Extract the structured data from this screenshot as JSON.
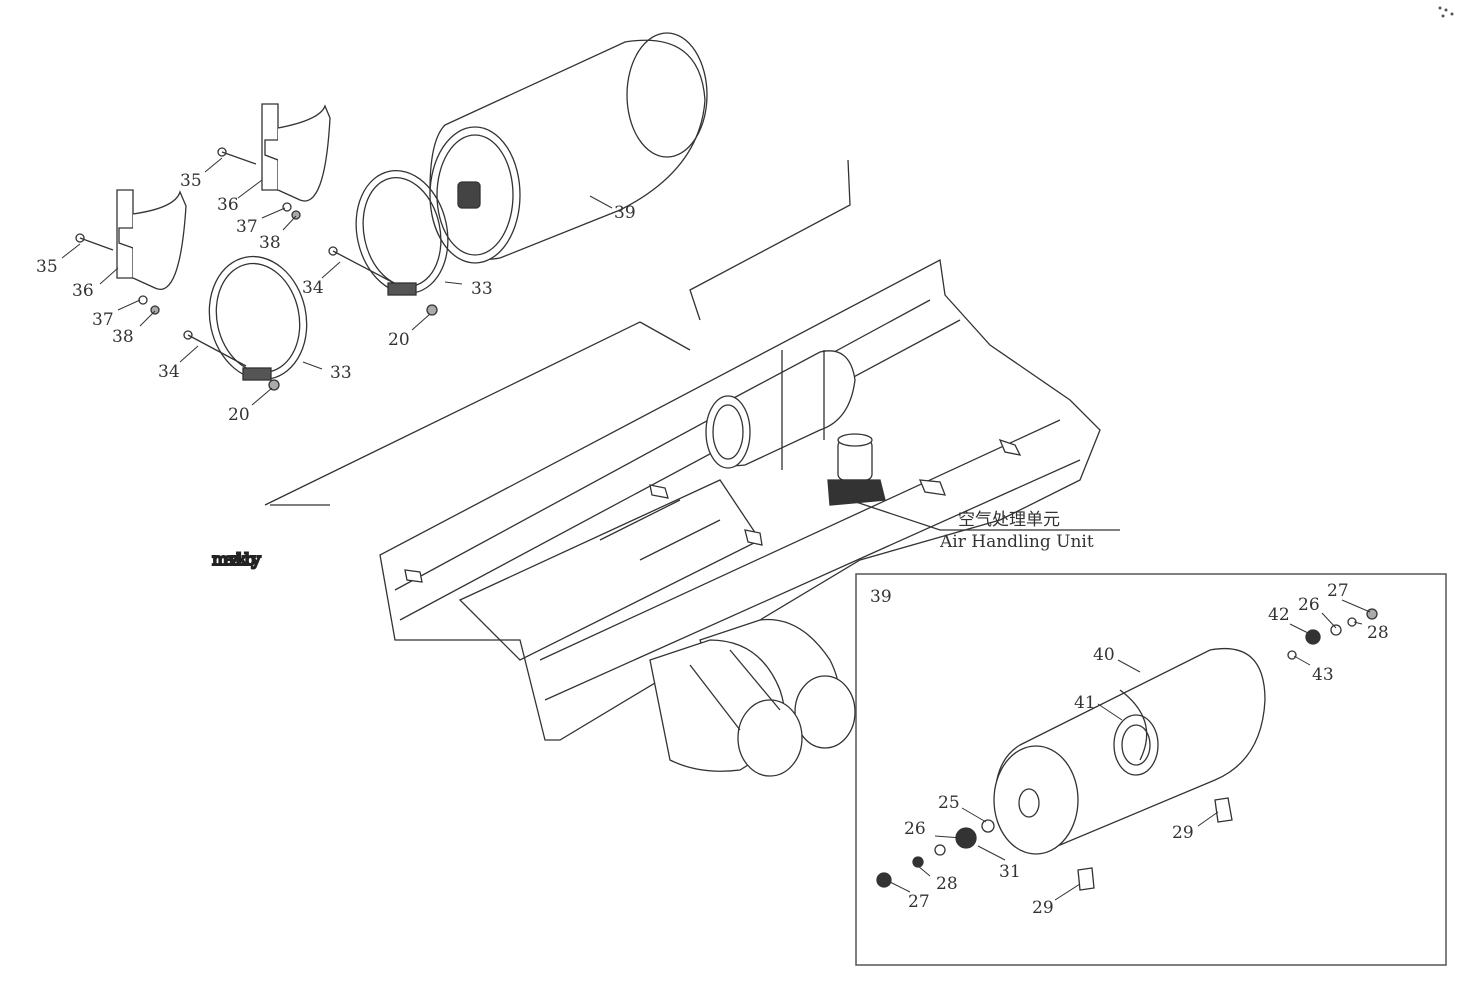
{
  "diagram": {
    "part_labels": [
      {
        "id": "35a",
        "text": "35"
      },
      {
        "id": "35b",
        "text": "35"
      },
      {
        "id": "36a",
        "text": "36"
      },
      {
        "id": "36b",
        "text": "36"
      },
      {
        "id": "37a",
        "text": "37"
      },
      {
        "id": "37b",
        "text": "37"
      },
      {
        "id": "38a",
        "text": "38"
      },
      {
        "id": "38b",
        "text": "38"
      },
      {
        "id": "34a",
        "text": "34"
      },
      {
        "id": "34b",
        "text": "34"
      },
      {
        "id": "33a",
        "text": "33"
      },
      {
        "id": "33b",
        "text": "33"
      },
      {
        "id": "20a",
        "text": "20"
      },
      {
        "id": "20b",
        "text": "20"
      },
      {
        "id": "39a",
        "text": "39"
      }
    ],
    "unit_caption_cn": "空气处理单元",
    "unit_caption_en": "Air Handling Unit",
    "watermark": "mazik.by"
  },
  "detail_box": {
    "title": "39",
    "labels": [
      {
        "id": "27a",
        "text": "27"
      },
      {
        "id": "26a",
        "text": "26"
      },
      {
        "id": "42",
        "text": "42"
      },
      {
        "id": "28a",
        "text": "28"
      },
      {
        "id": "43",
        "text": "43"
      },
      {
        "id": "40",
        "text": "40"
      },
      {
        "id": "41",
        "text": "41"
      },
      {
        "id": "25",
        "text": "25"
      },
      {
        "id": "29a",
        "text": "29"
      },
      {
        "id": "26b",
        "text": "26"
      },
      {
        "id": "31",
        "text": "31"
      },
      {
        "id": "28b",
        "text": "28"
      },
      {
        "id": "29b",
        "text": "29"
      },
      {
        "id": "27b",
        "text": "27"
      }
    ]
  }
}
